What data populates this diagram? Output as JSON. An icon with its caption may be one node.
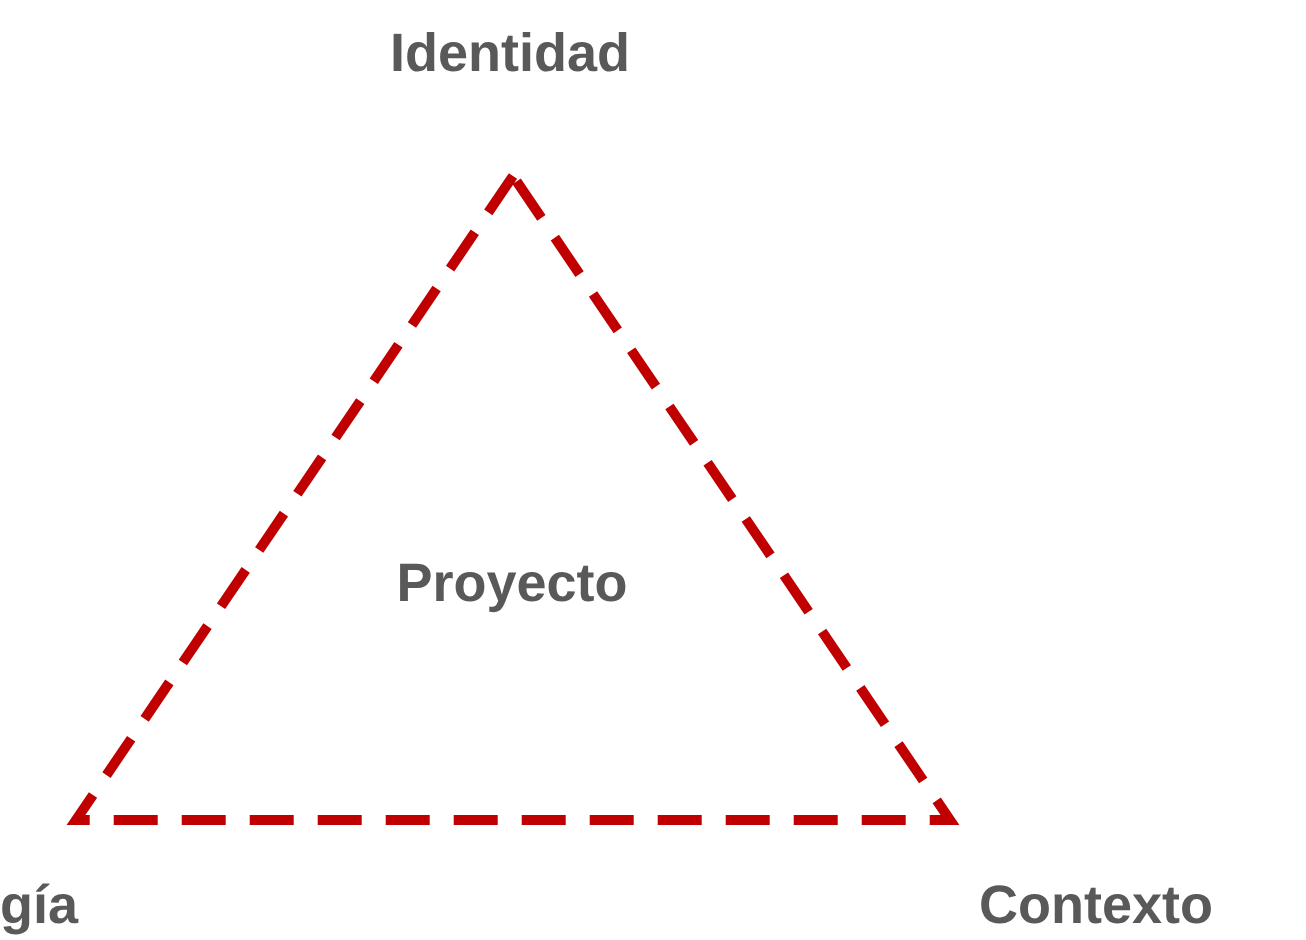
{
  "diagram": {
    "nodes": [
      {
        "text": [
          "Proyecto"
        ]
      }
    ],
    "labels": [
      "Identidad",
      "gía",
      "Contexto"
    ]
  }
}
